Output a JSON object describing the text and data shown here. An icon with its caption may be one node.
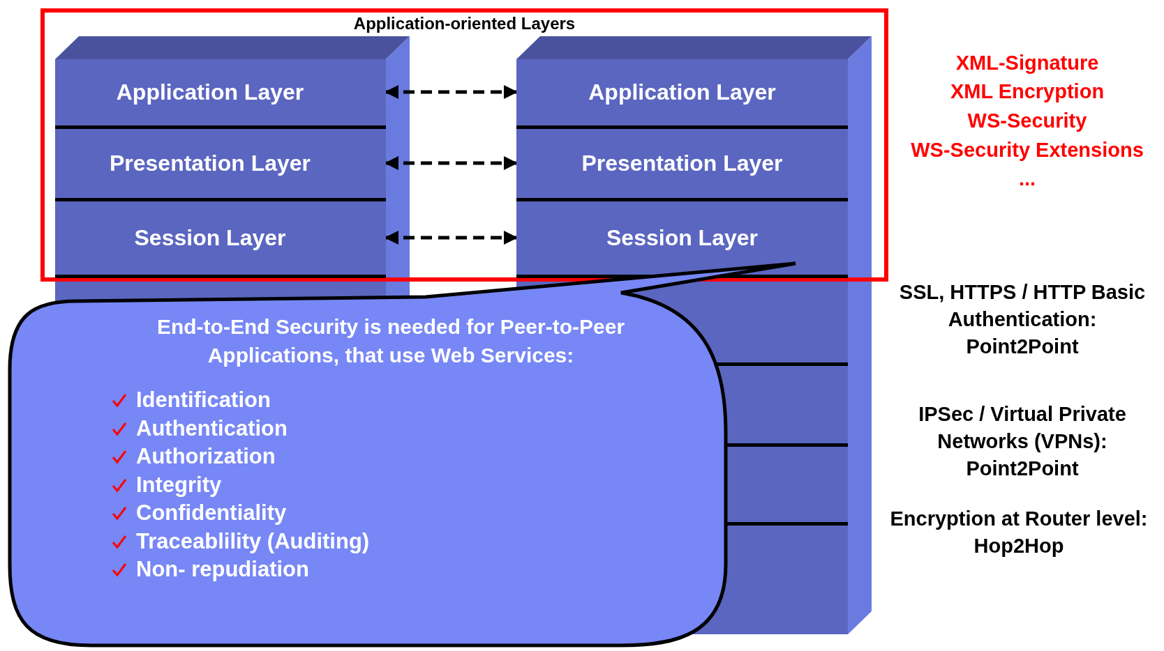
{
  "diagram": {
    "nodes": [
      {
        "text": [
          "Application-oriented Layers"
        ]
      },
      {
        "text": [
          "Application Layer"
        ],
        "in": 0
      },
      {
        "text": [
          "Application Layer"
        ],
        "in": 0
      },
      {
        "text": [
          "Presentation Layer"
        ],
        "in": 0
      },
      {
        "text": [
          "Presentation Layer"
        ],
        "in": 0
      },
      {
        "text": [
          "Session Layer"
        ],
        "in": 0
      },
      {
        "text": [
          "Session Layer"
        ],
        "in": 0
      },
      {
        "text": [
          "End-to-End Security is needed for Peer-to-Peer Applications, that use Web Services:",
          "Identification",
          "Authentication",
          "Authorization",
          "Integrity",
          "Confidentiality",
          "Traceablility (Auditing)",
          "Non- repudiation"
        ]
      }
    ],
    "edges": [
      {
        "from": 1,
        "to": 2,
        "arrow": "both",
        "style": "dashed"
      },
      {
        "from": 3,
        "to": 4,
        "arrow": "both",
        "style": "dashed"
      },
      {
        "from": 5,
        "to": 6,
        "arrow": "both",
        "style": "dashed"
      }
    ],
    "labels": [
      "XML-Signature",
      "XML Encryption",
      "WS-Security",
      "WS-Security Extensions",
      "...",
      "SSL, HTTPS / HTTP Basic Authentication: Point2Point",
      "IPSec / Virtual Private Networks (VPNs): Point2Point",
      "Encryption at Router level: Hop2Hop"
    ]
  }
}
